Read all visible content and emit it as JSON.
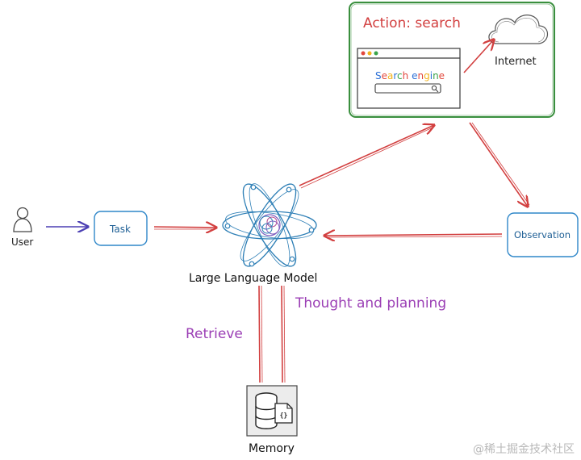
{
  "action_box": {
    "title": "Action: search",
    "search_engine_label": "Search engine",
    "search_letter_colors": [
      "#2b6fd6",
      "#e2483d",
      "#f2b21b",
      "#2b6fd6",
      "#3aa44a",
      "#e2483d"
    ]
  },
  "internet": {
    "label": "Internet"
  },
  "user": {
    "label": "User"
  },
  "task": {
    "label": "Task"
  },
  "llm": {
    "label": "Large Language Model"
  },
  "observation": {
    "label": "Observation"
  },
  "memory": {
    "label": "Memory",
    "doc_glyph": "{}"
  },
  "edges": {
    "retrieve_label": "Retrieve",
    "thought_label": "Thought and planning"
  },
  "colors": {
    "arrow_red": "#d23f3f",
    "arrow_blue": "#4b3fb3",
    "box_blue": "#2f87c9",
    "green_frame": "#3a8f3e",
    "purple_text": "#9b3fb5",
    "red_text": "#d23f3f",
    "atom": "#2e7fb6",
    "atom_core": "#7d5cbf"
  },
  "icons": [
    "user-icon",
    "cloud-icon",
    "magnifier-icon",
    "atom-icon",
    "database-icon",
    "document-icon"
  ],
  "watermark": "@稀土掘金技术社区"
}
